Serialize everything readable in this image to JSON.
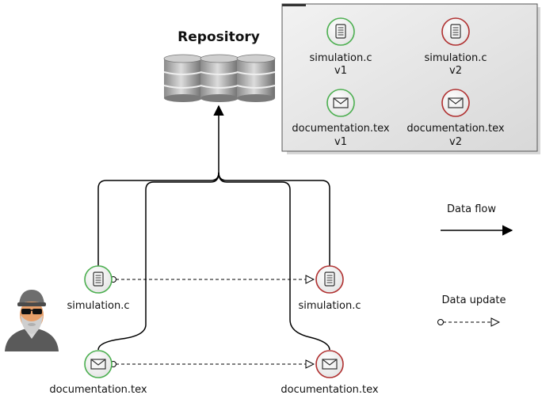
{
  "repository": {
    "title": "Repository"
  },
  "store": {
    "items": [
      {
        "name": "simulation.c",
        "version": "v1",
        "icon": "document-icon",
        "status_color": "#4caf50"
      },
      {
        "name": "simulation.c",
        "version": "v2",
        "icon": "document-icon",
        "status_color": "#b03030"
      },
      {
        "name": "documentation.tex",
        "version": "v1",
        "icon": "envelope-icon",
        "status_color": "#4caf50"
      },
      {
        "name": "documentation.tex",
        "version": "v2",
        "icon": "envelope-icon",
        "status_color": "#b03030"
      }
    ]
  },
  "local": {
    "left": [
      {
        "name": "simulation.c",
        "icon": "document-icon"
      },
      {
        "name": "documentation.tex",
        "icon": "envelope-icon"
      }
    ],
    "right": [
      {
        "name": "simulation.c",
        "icon": "document-icon"
      },
      {
        "name": "documentation.tex",
        "icon": "envelope-icon"
      }
    ]
  },
  "user": {
    "icon": "hacker-avatar-icon"
  },
  "legend": {
    "data_flow": "Data flow",
    "data_update": "Data update"
  },
  "colors": {
    "green": "#4caf50",
    "red": "#b03030",
    "panel": "#e6e6e6"
  }
}
